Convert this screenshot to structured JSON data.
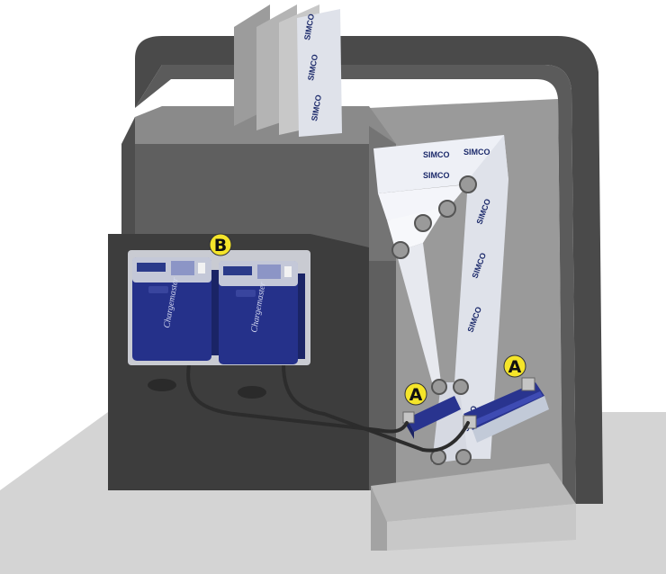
{
  "callouts": [
    {
      "id": "B",
      "label": "B"
    },
    {
      "id": "A1",
      "label": "A"
    },
    {
      "id": "A2",
      "label": "A"
    }
  ],
  "devices": [
    {
      "brand": "Chargemaster"
    },
    {
      "brand": "Chargemaster"
    }
  ],
  "web_brand": "SIMCO",
  "colors": {
    "callout_fill": "#f5e52a",
    "device_blue": "#25318a",
    "machine_dark": "#3d3d3d",
    "machine_mid": "#6b6b6b",
    "frame": "#4a4a4a",
    "floor": "#cfcfcf"
  }
}
